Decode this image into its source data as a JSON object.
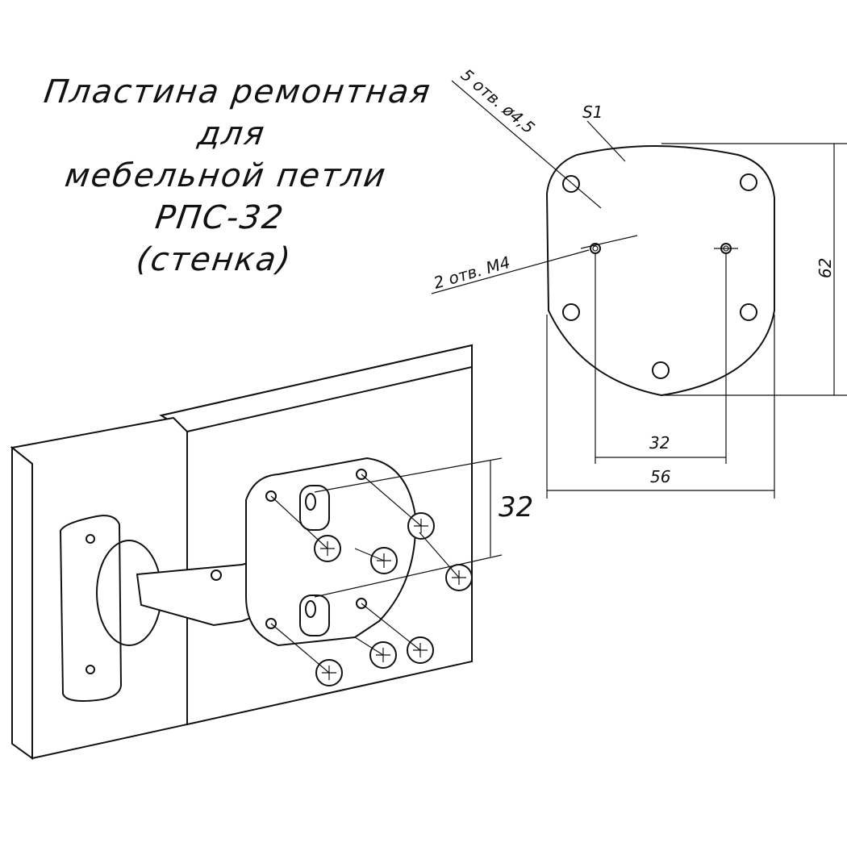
{
  "title": {
    "line1": "Пластина ремонтная для",
    "line2": "мебельной петли РПС-32",
    "line3": "(стенка)"
  },
  "plate_view": {
    "callout_holes_45": "5 отв. ø4,5",
    "callout_holes_m4": "2 отв. М4",
    "thickness_label": "S1",
    "dim_height": "62",
    "dim_inner_width": "32",
    "dim_outer_width": "56"
  },
  "assembly_view": {
    "dim_spacing": "32"
  }
}
